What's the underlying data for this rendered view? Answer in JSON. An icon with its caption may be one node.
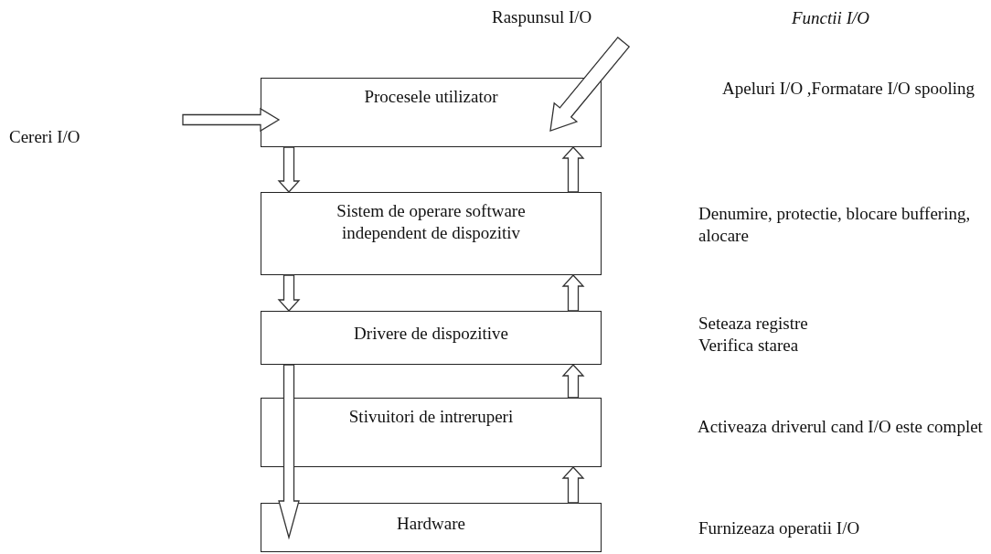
{
  "diagram": {
    "nodes": [
      {
        "text": [
          "Procesele utilizator"
        ]
      },
      {
        "text": [
          "Sistem de operare software independent de dispozitiv"
        ]
      },
      {
        "text": [
          "Drivere de dispozitive"
        ]
      },
      {
        "text": [
          "Stivuitori de intreruperi"
        ]
      },
      {
        "text": [
          "Hardware"
        ]
      },
      {
        "text": [
          "Raspunsul I/O"
        ]
      }
    ],
    "edges": [
      {
        "from": null,
        "to": 0,
        "arrow": "to"
      },
      {
        "from": 5,
        "to": 0,
        "arrow": "to"
      },
      {
        "from": 0,
        "to": 1,
        "arrow": "to"
      },
      {
        "from": 1,
        "to": 0,
        "arrow": "to"
      },
      {
        "from": 1,
        "to": 2,
        "arrow": "to"
      },
      {
        "from": 2,
        "to": 1,
        "arrow": "to"
      },
      {
        "from": 2,
        "to": 4,
        "arrow": "to"
      },
      {
        "from": 3,
        "to": 2,
        "arrow": "to"
      },
      {
        "from": 4,
        "to": 3,
        "arrow": "to"
      }
    ],
    "labels": [
      "Functii I/O",
      "Apeluri I/O ,Formatare I/O spooling",
      "Cereri I/O",
      "Denumire, protectie, blocare buffering, alocare",
      "Seteaza registre Verifica starea",
      "Activeaza driverul cand I/O este complet",
      "Furnizeaza operatii I/O"
    ]
  }
}
